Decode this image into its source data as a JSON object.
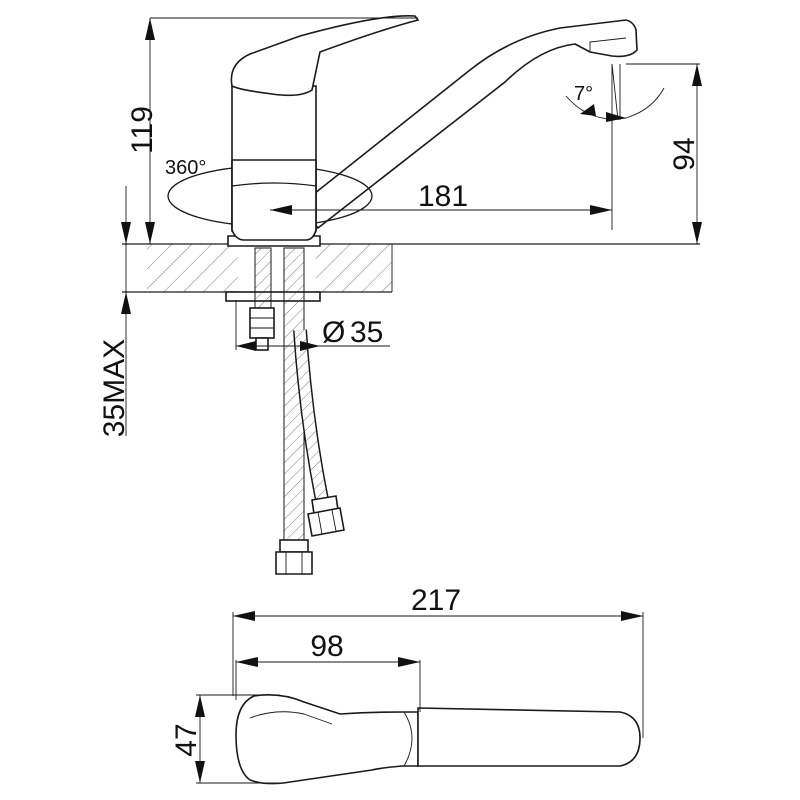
{
  "dimensions": {
    "height_total": "119",
    "height_spout": "94",
    "reach_spout": "181",
    "rotation": "360°",
    "spout_angle": "7°",
    "hole_diameter": "35",
    "max_counter_thickness": "35MAX",
    "length_total": "217",
    "length_handle": "98",
    "width_body": "47"
  },
  "symbols": {
    "diameter": "Ø"
  }
}
